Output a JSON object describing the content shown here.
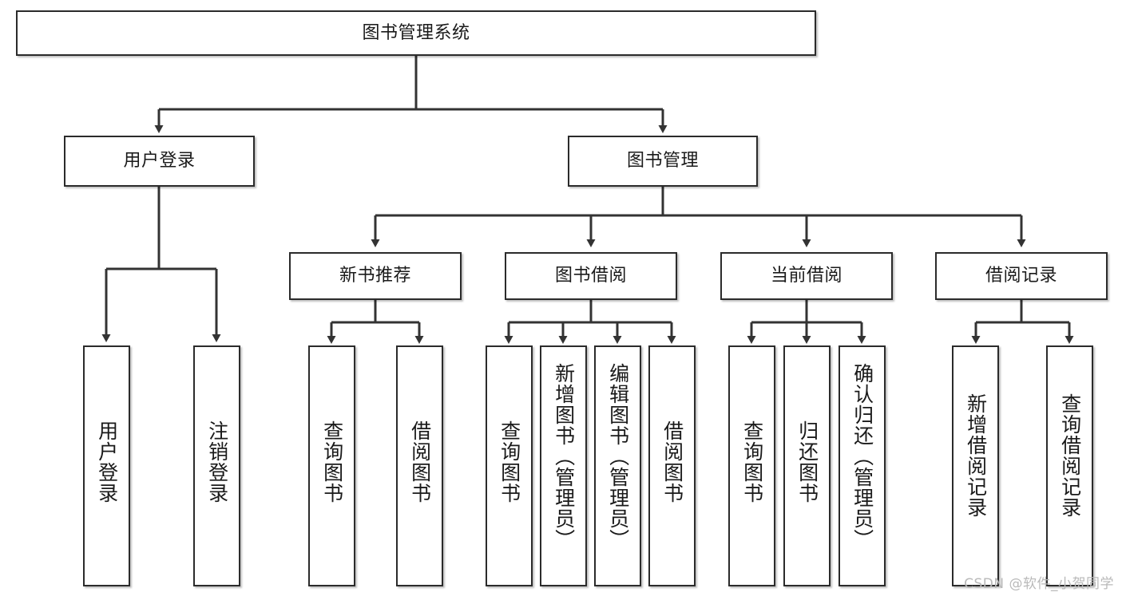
{
  "diagram": {
    "type": "tree-hierarchy-flowchart",
    "title": "图书管理系统",
    "watermark": "CSDN @软件_小贺同学",
    "colors": {
      "box_border": "#2b2b2b",
      "box_fill": "#ffffff",
      "connector": "#333333",
      "text": "#1a1a1a",
      "watermark": "#b9b9b9",
      "background": "#ffffff"
    },
    "levels": {
      "level1": [
        "图书管理系统"
      ],
      "level2": [
        "用户登录",
        "图书管理"
      ],
      "level3": [
        "新书推荐",
        "图书借阅",
        "当前借阅",
        "借阅记录"
      ],
      "level4": [
        "用户登录",
        "注销登录",
        "查询图书",
        "借阅图书",
        "查询图书",
        "新增图书（管理员）",
        "编辑图书（管理员）",
        "借阅图书",
        "查询图书",
        "归还图书",
        "确认归还（管理员）",
        "新增借阅记录",
        "查询借阅记录"
      ]
    },
    "nodes": {
      "root": {
        "label": "图书管理系统"
      },
      "user_login": {
        "label": "用户登录"
      },
      "book_mgmt": {
        "label": "图书管理"
      },
      "new_book_rec": {
        "label": "新书推荐"
      },
      "book_borrow": {
        "label": "图书借阅"
      },
      "current_borrow": {
        "label": "当前借阅"
      },
      "borrow_record": {
        "label": "借阅记录"
      },
      "leaf_user_login": {
        "label": "用户登录"
      },
      "leaf_logout": {
        "label": "注销登录"
      },
      "leaf_query_book_1": {
        "label": "查询图书"
      },
      "leaf_borrow_book_1": {
        "label": "借阅图书"
      },
      "leaf_query_book_2": {
        "label": "查询图书"
      },
      "leaf_add_book": {
        "label": "新增图书（管理员）"
      },
      "leaf_edit_book": {
        "label": "编辑图书（管理员）"
      },
      "leaf_borrow_book_2": {
        "label": "借阅图书"
      },
      "leaf_query_book_3": {
        "label": "查询图书"
      },
      "leaf_return_book": {
        "label": "归还图书"
      },
      "leaf_confirm_return": {
        "label": "确认归还（管理员）"
      },
      "leaf_add_record": {
        "label": "新增借阅记录"
      },
      "leaf_query_record": {
        "label": "查询借阅记录"
      }
    },
    "edges": [
      {
        "from": "root",
        "to": "user_login"
      },
      {
        "from": "root",
        "to": "book_mgmt"
      },
      {
        "from": "user_login",
        "to": "leaf_user_login"
      },
      {
        "from": "user_login",
        "to": "leaf_logout"
      },
      {
        "from": "book_mgmt",
        "to": "new_book_rec"
      },
      {
        "from": "book_mgmt",
        "to": "book_borrow"
      },
      {
        "from": "book_mgmt",
        "to": "current_borrow"
      },
      {
        "from": "book_mgmt",
        "to": "borrow_record"
      },
      {
        "from": "new_book_rec",
        "to": "leaf_query_book_1"
      },
      {
        "from": "new_book_rec",
        "to": "leaf_borrow_book_1"
      },
      {
        "from": "book_borrow",
        "to": "leaf_query_book_2"
      },
      {
        "from": "book_borrow",
        "to": "leaf_add_book"
      },
      {
        "from": "book_borrow",
        "to": "leaf_edit_book"
      },
      {
        "from": "book_borrow",
        "to": "leaf_borrow_book_2"
      },
      {
        "from": "current_borrow",
        "to": "leaf_query_book_3"
      },
      {
        "from": "current_borrow",
        "to": "leaf_return_book"
      },
      {
        "from": "current_borrow",
        "to": "leaf_confirm_return"
      },
      {
        "from": "borrow_record",
        "to": "leaf_add_record"
      },
      {
        "from": "borrow_record",
        "to": "leaf_query_record"
      }
    ]
  }
}
